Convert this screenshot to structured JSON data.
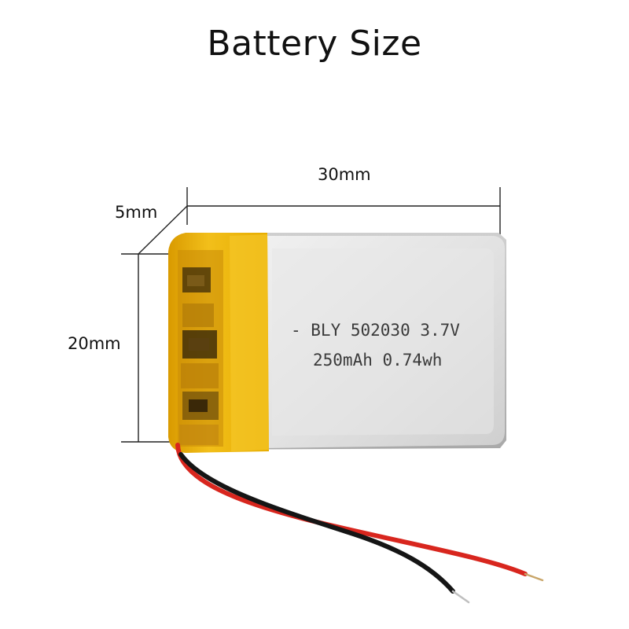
{
  "title": "Battery Size",
  "dimensions": {
    "width": "30mm",
    "depth": "5mm",
    "height": "20mm"
  },
  "battery_label": {
    "line1": "- BLY 502030 3.7V",
    "line2": "250mAh 0.74wh"
  },
  "colors": {
    "cell_body": "#dedede",
    "kapton_tape": "#e8b400",
    "wire_red": "#d8261e",
    "wire_black": "#151515"
  }
}
